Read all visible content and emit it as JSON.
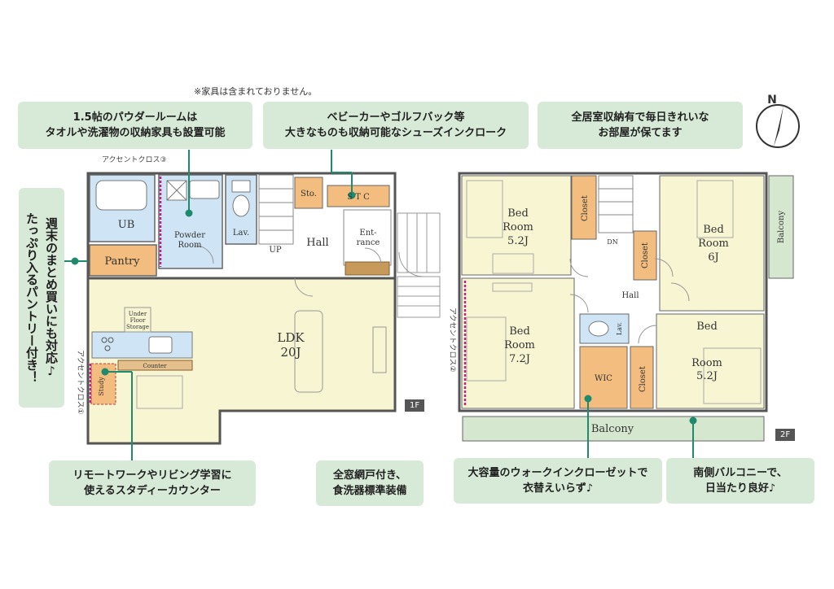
{
  "note": "※家具は含まれておりません。",
  "callouts": {
    "powder": [
      "1.5帖のパウダールームは",
      "タオルや洗濯物の収納家具も設置可能"
    ],
    "shoes": [
      "ベビーカーやゴルフバック等",
      "大きなものも収納可能なシューズインクローク"
    ],
    "storage": [
      "全居室収納有で毎日きれいな",
      "お部屋が保てます"
    ],
    "pantry": [
      "週末のまとめ買いにも対応♪",
      "たっぷり入るパントリー付き！"
    ],
    "study": [
      "リモートワークやリビング学習に",
      "使えるスタディーカウンター"
    ],
    "screens": [
      "全窓網戸付き、",
      "食洗器標準装備"
    ],
    "wic": [
      "大容量のウォークインクローゼットで",
      "衣替えいらず♪"
    ],
    "balcony": [
      "南側バルコニーで、",
      "日当たり良好♪"
    ]
  },
  "floor1": {
    "badge": "1F",
    "accent3": "アクセントクロス③",
    "accent1": "アクセントクロス①",
    "rooms": {
      "ub": "UB",
      "powder": [
        "Powder",
        "Room"
      ],
      "lav": "Lav.",
      "sto": "Sto.",
      "stc": "S T C",
      "hall": "Hall",
      "entrance": [
        "Ent-",
        "rance"
      ],
      "up": "UP",
      "pantry": "Pantry",
      "ldk": [
        "LDK",
        "20J"
      ],
      "counter": "Counter",
      "study": "Study",
      "underfloor": [
        "Under",
        "Floor",
        "Storage"
      ]
    }
  },
  "floor2": {
    "badge": "2F",
    "accent2": "アクセントクロス②",
    "rooms": {
      "bed1": [
        "Bed",
        "Room",
        "5.2J"
      ],
      "bed2": [
        "Bed",
        "Room",
        "6J"
      ],
      "bed3": [
        "Bed",
        "Room",
        "7.2J"
      ],
      "bed4": [
        "Bed",
        "Room",
        "5.2J"
      ],
      "closet": "Closet",
      "balcony_side": "Balcony",
      "balcony_south": "Balcony",
      "hall": "Hall",
      "dn": "DN",
      "lav": "Lav.",
      "wic": "WIC"
    }
  },
  "compass": "N",
  "colors": {
    "room": "#f8f5d2",
    "wet": "#cfe5f5",
    "storage": "#f2bd7e",
    "balcony": "#d5e7cf",
    "callout": "#d7ead7",
    "leader": "#1e8a6e",
    "accent": "#c0208a",
    "wall": "#555555"
  }
}
